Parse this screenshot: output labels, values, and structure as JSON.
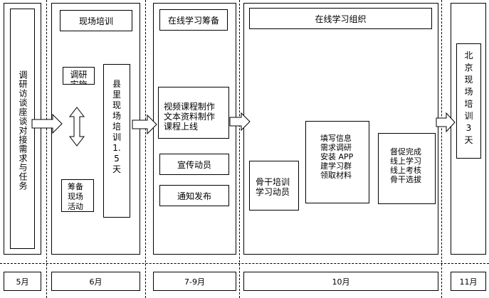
{
  "columns": {
    "col1": {
      "vertical_text": "调研访谈座谈对接需求与任务",
      "month": "5月"
    },
    "col2": {
      "title": "现场培训",
      "box_research": "调研实施",
      "box_prep": "筹备现场活动",
      "box_county": "县里现场培训1.5天",
      "month": "6月"
    },
    "col3": {
      "title": "在线学习筹备",
      "box_course": "视频课程制作\n文本资料制作\n课程上线",
      "box_publicity": "宣传动员",
      "box_notice": "通知发布",
      "month": "7-9月"
    },
    "col4": {
      "title": "在线学习组织",
      "box_backbone": "骨干培训\n学习动员",
      "box_fill": "填写信息\n需求调研\n安装 APP\n建学习群\n领取材料",
      "box_supervise": "督促完成\n线上学习\n线上考核\n骨干选拔",
      "month": "10月"
    },
    "col5": {
      "vertical_text": "北京现场培训3天",
      "month": "11月"
    }
  }
}
